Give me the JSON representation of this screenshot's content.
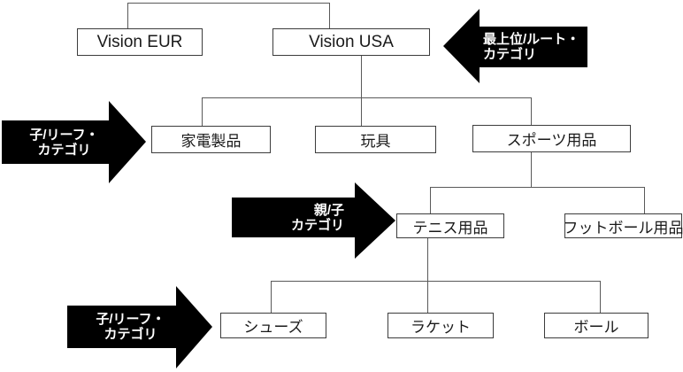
{
  "diagram": {
    "title": "category-hierarchy-tree",
    "nodes": {
      "vision_eur": {
        "label": "Vision EUR"
      },
      "vision_usa": {
        "label": "Vision USA"
      },
      "kaden_seihin": {
        "label": "家電製品"
      },
      "gangu": {
        "label": "玩具"
      },
      "sports_yohin": {
        "label": "スポーツ用品"
      },
      "tennis_yohin": {
        "label": "テニス用品"
      },
      "football_yohin": {
        "label": "フットボール用品"
      },
      "shoes": {
        "label": "シューズ"
      },
      "racket": {
        "label": "ラケット"
      },
      "ball": {
        "label": "ボール"
      }
    },
    "annotations": {
      "root_category": {
        "line1": "最上位/ルート・",
        "line2": "カテゴリ",
        "direction": "left"
      },
      "child_leaf_top": {
        "line1": "子/リーフ・",
        "line2": "カテゴリ",
        "direction": "right"
      },
      "parent_child": {
        "line1": "親/子",
        "line2": "カテゴリ",
        "direction": "right"
      },
      "child_leaf_bottom": {
        "line1": "子/リーフ・",
        "line2": "カテゴリ",
        "direction": "right"
      }
    },
    "colors": {
      "background": "#ffffff",
      "node_fill": "#ffffff",
      "node_border": "#3c3c3c",
      "node_text": "#1a1a1a",
      "connector": "#595959",
      "annotation_fill": "#000000",
      "annotation_text": "#ffffff"
    }
  }
}
